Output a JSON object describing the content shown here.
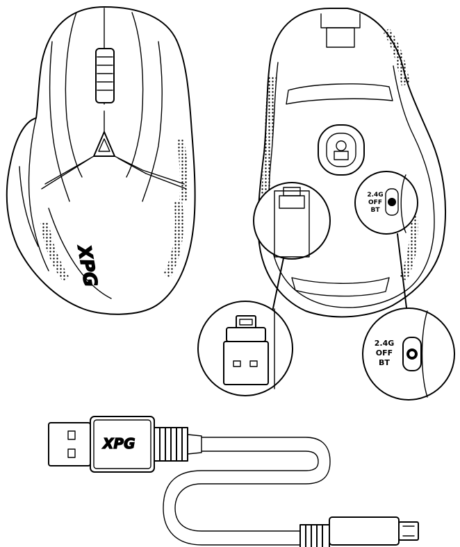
{
  "switch_labels": {
    "line1": "2.4G",
    "line2": "OFF",
    "line3": "BT"
  },
  "zoom_switch_labels": {
    "line1": "2.4G",
    "line2": "OFF",
    "line3": "BT"
  },
  "colors": {
    "line": "#000000",
    "background": "#ffffff"
  },
  "icons": [
    "mouse-top-view",
    "mouse-bottom-view",
    "usb-receiver-detail",
    "mode-switch-detail",
    "usb-cable",
    "xpg-logo"
  ]
}
